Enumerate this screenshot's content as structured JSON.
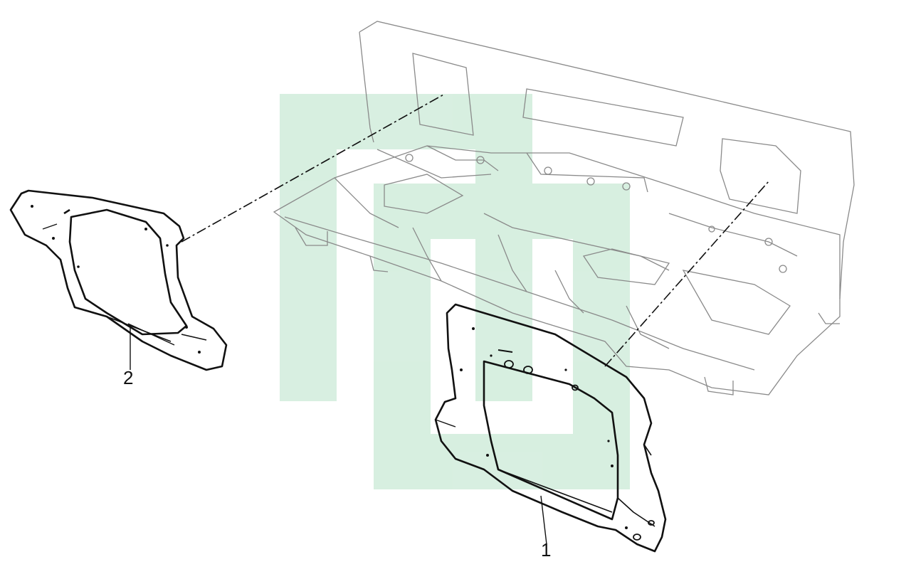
{
  "callouts": {
    "part_1": "1",
    "part_2": "2"
  },
  "colors": {
    "line": "#111111",
    "faint_line": "#8a8a8a",
    "watermark": "#b8e2c8"
  },
  "watermark_logo": "green-block-logo"
}
